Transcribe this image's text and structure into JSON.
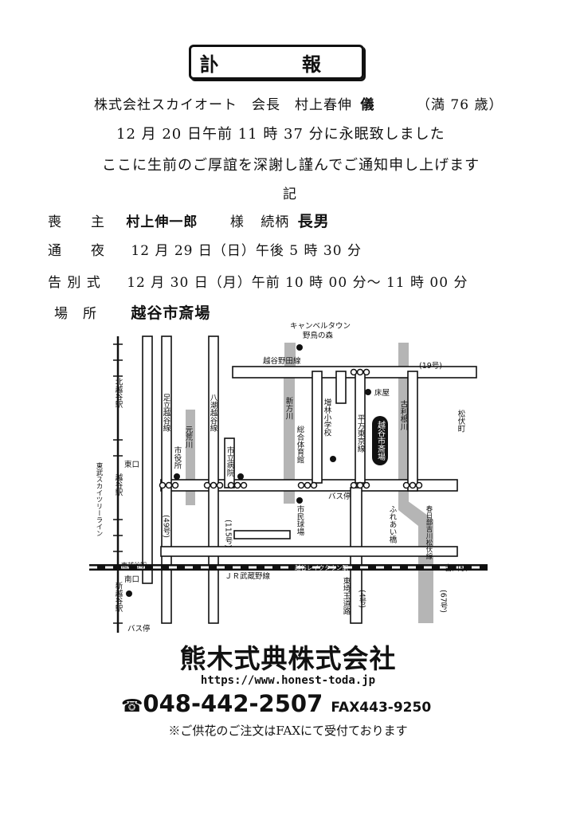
{
  "header": {
    "title": "訃　報"
  },
  "notice": {
    "line1_left": "株式会社スカイオート　会長　村上春伸",
    "line1_honor": "儀",
    "line1_age": "（満 76 歳）",
    "line2": "12 月 20 日午前 11 時 37 分に永眠致しました",
    "line3": "ここに生前のご厚誼を深謝し謹んでご通知申し上げます",
    "line4": "記"
  },
  "details": {
    "chief_label": "喪　　主",
    "chief_value": "村上伸一郎",
    "chief_sama": "様",
    "chief_relation": "続柄",
    "chief_relation_value": "長男",
    "wake_label": "通　　夜",
    "wake_value": "12 月 29 日（日）午後 5 時 30 分",
    "funeral_label": "告 別 式",
    "funeral_value": "12 月 30 日（月）午前 10 時 00 分～ 11 時 00 分",
    "place_label": "場　所",
    "place_value": "越谷市斎場"
  },
  "map": {
    "labels": {
      "campbell": "キャンベルタウン",
      "wild_bird": "野鳥の森",
      "koshigaya_noda": "越谷野田線",
      "route19": "(19号)",
      "tokoya": "床屋",
      "furutone": "古利根川",
      "matsubushi": "松伏町",
      "kita_koshigaya": "北越谷駅",
      "adachi_koshigaya": "足立越谷線",
      "yashio_koshigaya": "八潮越谷線",
      "shinkata": "新方川",
      "masubayashi": "増林小学校",
      "hirakata": "平方東京線",
      "saijo": "越谷市斎場",
      "motoara": "元荒川",
      "city_office": "市役所",
      "city_hospital": "市立病院",
      "gym": "総合体育館",
      "tobu_skytree": "東武スカイツリーライン",
      "higashiguchi": "東口",
      "koshigaya_st": "越谷駅",
      "bus_stop": "バス停",
      "route49": "(49号)",
      "route115": "(115号)",
      "stadium": "市民球場",
      "fureai": "ふれあい橋",
      "kasukabe": "春日部吉川松伏線",
      "minami_koshigaya": "南越谷駅",
      "minamiguchi": "南口",
      "jr": "ＪＲ武蔵野線",
      "laketown": "越谷レイクタウン駅",
      "higashi_saitama": "東埼玉道路",
      "route4": "(4号)",
      "yoshikawa": "吉川駅",
      "route67": "(67号)",
      "shin_koshigaya": "新越谷駅",
      "bus_stop2": "バス停"
    }
  },
  "footer": {
    "company": "熊木式典株式会社",
    "url": "https://www.honest-toda.jp",
    "phone": "048-442-2507",
    "fax": "FAX443-9250",
    "note": "※ご供花のご注文はFAXにて受付ております"
  }
}
